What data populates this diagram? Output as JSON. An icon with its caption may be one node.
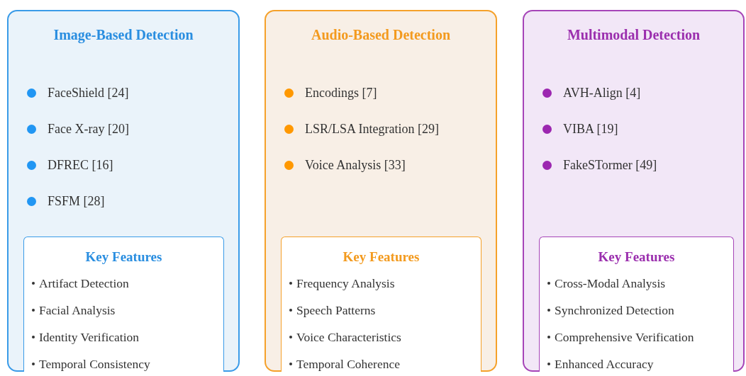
{
  "diagram": {
    "nodes": [
      {
        "text": [
          "Image-Based Detection",
          "FaceShield [24]",
          "Face X-ray [20]",
          "DFREC [16]",
          "FSFM [28]"
        ]
      },
      {
        "text": [
          "Key Features",
          "Artifact Detection",
          "Facial Analysis",
          "Identity Verification",
          "Temporal Consistency"
        ],
        "in": 0
      },
      {
        "text": [
          "Audio-Based Detection",
          "Encodings [7]",
          "LSR/LSA Integration [29]",
          "Voice Analysis [33]"
        ]
      },
      {
        "text": [
          "Key Features",
          "Frequency Analysis",
          "Speech Patterns",
          "Voice Characteristics",
          "Temporal Coherence"
        ],
        "in": 2
      },
      {
        "text": [
          "Multimodal Detection",
          "AVH-Align [4]",
          "VIBA [19]",
          "FakeSTormer [49]"
        ]
      },
      {
        "text": [
          "Key Features",
          "Cross-Modal Analysis",
          "Synchronized Detection",
          "Comprehensive Verification",
          "Enhanced Accuracy"
        ],
        "in": 4
      }
    ]
  }
}
